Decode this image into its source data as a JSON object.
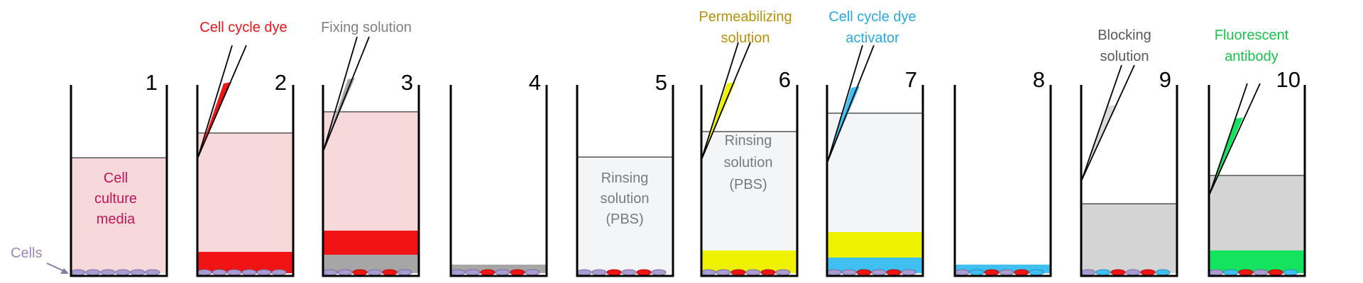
{
  "wells": [
    {
      "number": "1"
    },
    {
      "number": "2"
    },
    {
      "number": "3"
    },
    {
      "number": "4"
    },
    {
      "number": "5"
    },
    {
      "number": "6"
    },
    {
      "number": "7"
    },
    {
      "number": "8"
    },
    {
      "number": "9"
    },
    {
      "number": "10"
    }
  ],
  "labels": {
    "cells": "Cells",
    "cell_culture_media": [
      "Cell",
      "culture",
      "media"
    ],
    "cell_cycle_dye": "Cell cycle dye",
    "fixing_solution": "Fixing solution",
    "permeabilizing_solution": [
      "Permeabilizing",
      "solution"
    ],
    "cell_cycle_dye_activator": [
      "Cell cycle dye",
      "activator"
    ],
    "rinsing_solution_5": [
      "Rinsing",
      "solution",
      "(PBS)"
    ],
    "rinsing_solution_6": [
      "Rinsing",
      "solution",
      "(PBS)"
    ],
    "blocking_solution": [
      "Blocking",
      "solution"
    ],
    "fluorescent_antibody": [
      "Fluorescent",
      "antibody"
    ]
  },
  "colors": {
    "outline": "#000000",
    "media_pink": "#f7d9dc",
    "dye_red": "#f01414",
    "fixing_gray": "#a6a6a6",
    "rinse_white": "#f4f5f7",
    "perm_yellow": "#eef200",
    "activator_blue": "#3fc0f0",
    "blocking_gray": "#d4d4d4",
    "antibody_green": "#13e35f",
    "cell_purple": "#a99bd0",
    "media_text": "#c0155a",
    "cells_text": "#9e86b8",
    "rinse_text": "#7a7a7a",
    "perm_text": "#b8910a",
    "activator_text": "#29a9e1",
    "antibody_text": "#1bc24e",
    "blocking_text": "#595959",
    "fixing_text": "#7f7f7f",
    "dye_text": "#e8141a"
  }
}
